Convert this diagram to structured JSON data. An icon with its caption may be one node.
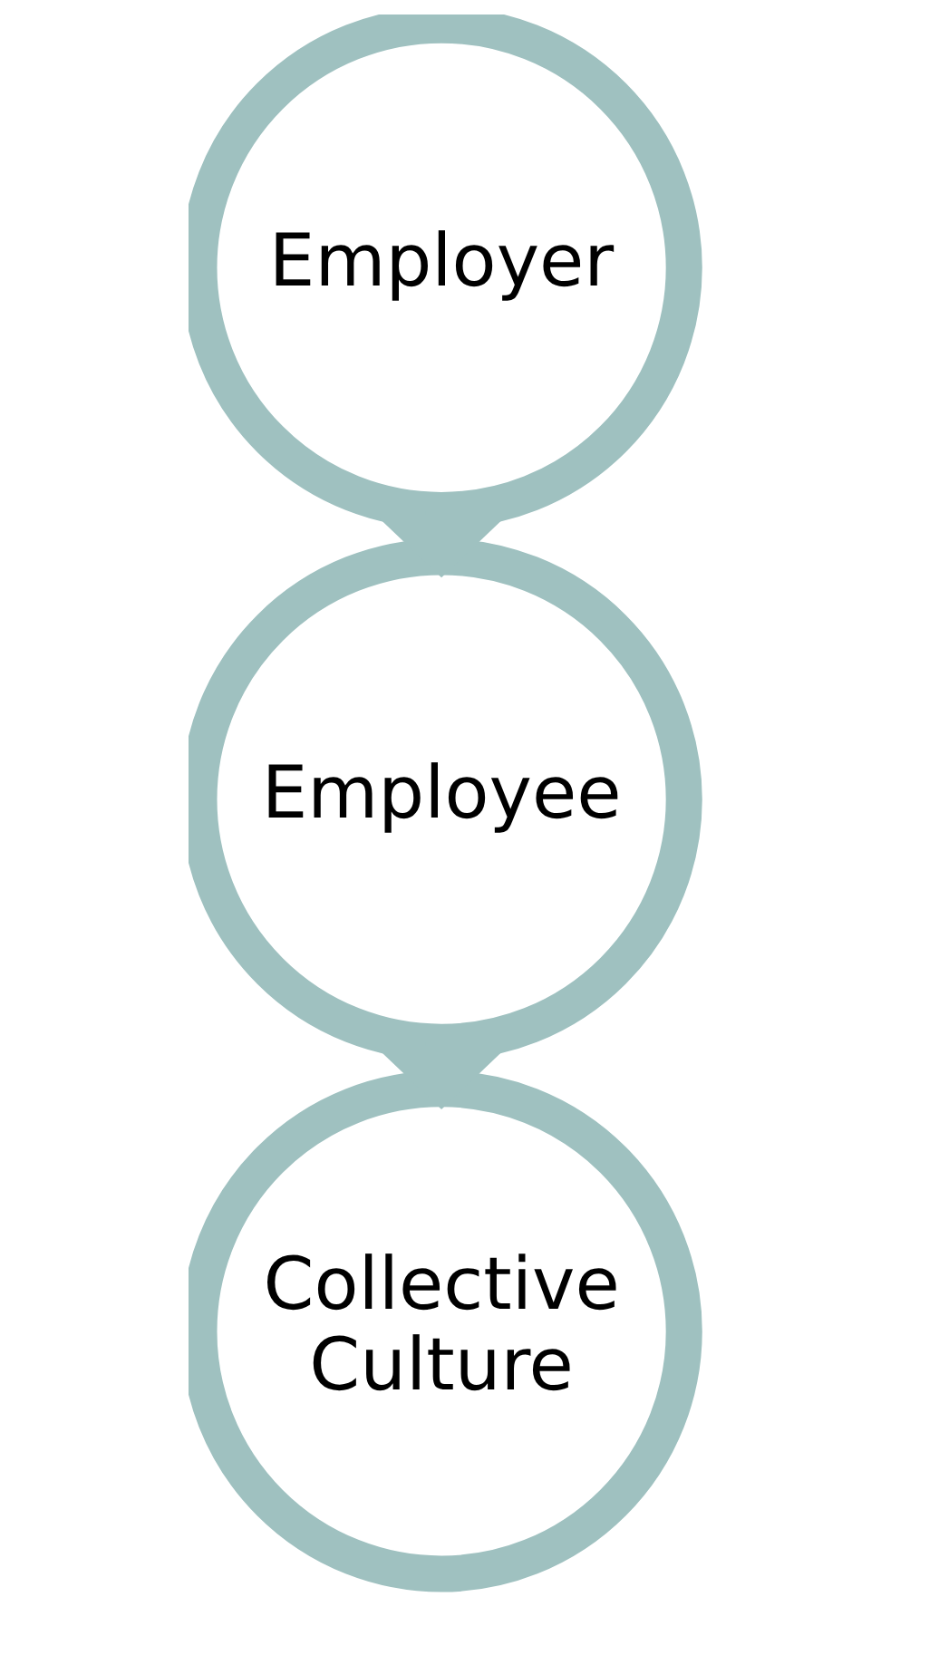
{
  "diagram": {
    "nodes": [
      {
        "text": [
          "Employer"
        ]
      },
      {
        "text": [
          "Employee"
        ]
      },
      {
        "text": [
          "Collective Culture"
        ]
      }
    ],
    "edges": [
      {
        "from": 0,
        "to": 1,
        "arrow": "to"
      },
      {
        "from": 1,
        "to": 2,
        "arrow": "to"
      }
    ]
  }
}
